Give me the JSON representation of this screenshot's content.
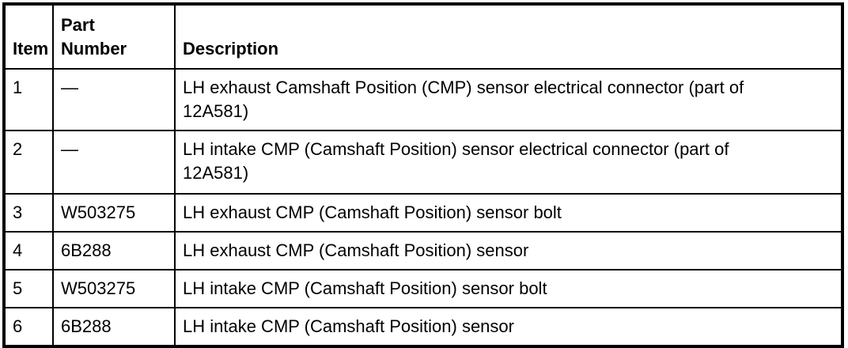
{
  "table": {
    "colors": {
      "border": "#000000",
      "background": "#ffffff",
      "text": "#000000"
    },
    "headers": {
      "item": "Item",
      "part_number": "Part\nNumber",
      "description": "Description"
    },
    "rows": [
      {
        "item": "1",
        "part_number": "—",
        "description": "LH exhaust Camshaft Position (CMP) sensor electrical connector (part of 12A581)"
      },
      {
        "item": "2",
        "part_number": "—",
        "description": "LH intake CMP (Camshaft Position) sensor electrical connector (part of 12A581)"
      },
      {
        "item": "3",
        "part_number": "W503275",
        "description": "LH exhaust CMP (Camshaft Position) sensor bolt"
      },
      {
        "item": "4",
        "part_number": "6B288",
        "description": "LH exhaust CMP (Camshaft Position) sensor"
      },
      {
        "item": "5",
        "part_number": "W503275",
        "description": "LH intake CMP (Camshaft Position) sensor bolt"
      },
      {
        "item": "6",
        "part_number": "6B288",
        "description": "LH intake CMP (Camshaft Position) sensor"
      }
    ]
  }
}
